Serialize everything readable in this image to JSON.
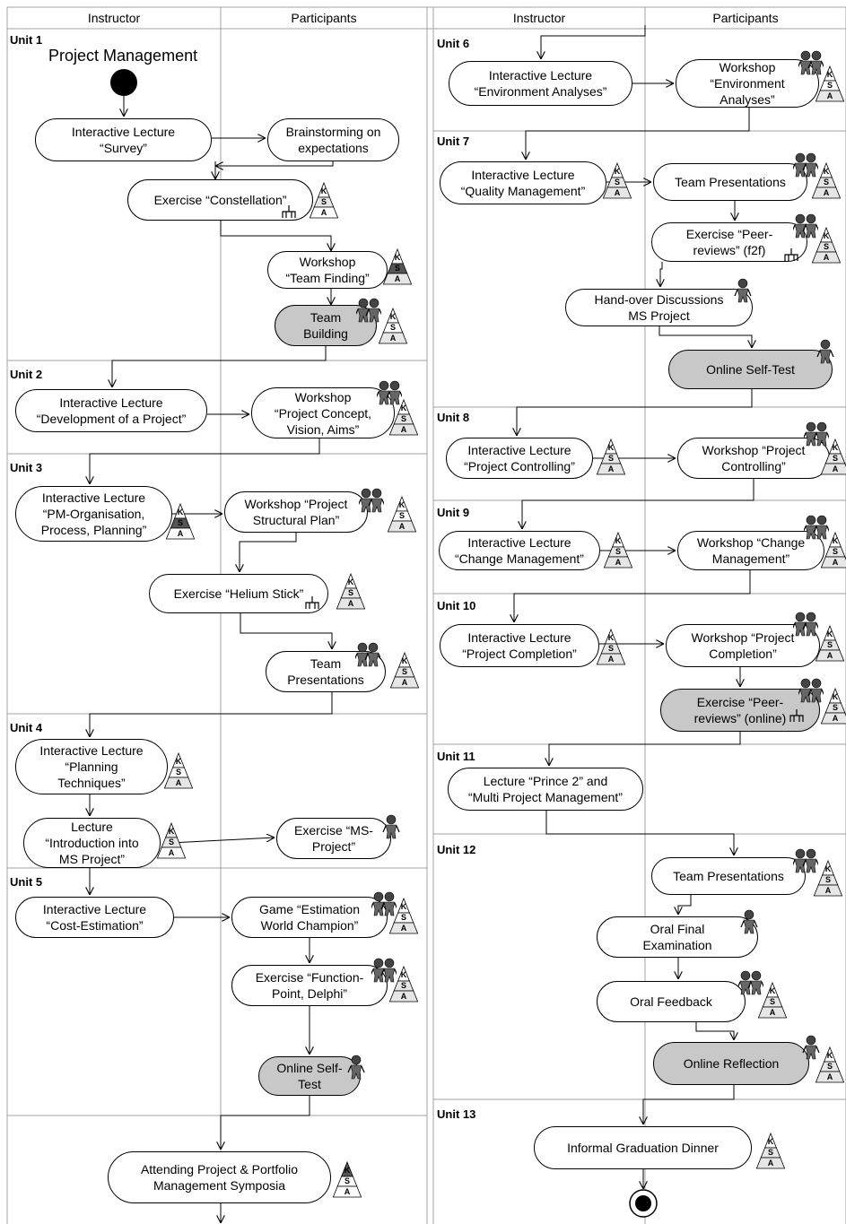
{
  "lanes": {
    "left": {
      "instructor": "Instructor",
      "participants": "Participants"
    },
    "right": {
      "instructor": "Instructor",
      "participants": "Participants"
    }
  },
  "title": "Project Management",
  "units": {
    "u1": "Unit 1",
    "u2": "Unit 2",
    "u3": "Unit 3",
    "u4": "Unit 4",
    "u5": "Unit 5",
    "u6": "Unit 6",
    "u7": "Unit 7",
    "u8": "Unit 8",
    "u9": "Unit 9",
    "u10": "Unit 10",
    "u11": "Unit 11",
    "u12": "Unit 12",
    "u13": "Unit 13"
  },
  "nodes": {
    "n1": "Interactive Lecture\n“Survey”",
    "n2": "Brainstorming on\nexpectations",
    "n3": "Exercise “Constellation”",
    "n4": "Workshop\n“Team Finding”",
    "n5": "Team\nBuilding",
    "n6": "Interactive Lecture\n“Development of a Project”",
    "n7": "Workshop\n“Project Concept,\nVision, Aims”",
    "n8": "Interactive Lecture\n“PM-Organisation,\nProcess, Planning”",
    "n9": "Workshop “Project\nStructural Plan”",
    "n10": "Exercise “Helium Stick”",
    "n11": "Team\nPresentations",
    "n12": "Interactive Lecture\n“Planning\nTechniques”",
    "n13": "Lecture\n“Introduction into\nMS Project”",
    "n14": "Exercise “MS-\nProject”",
    "n15": "Interactive Lecture\n“Cost-Estimation”",
    "n16": "Game “Estimation\nWorld Champion”",
    "n17": "Exercise “Function-\nPoint, Delphi”",
    "n18": "Online Self-\nTest",
    "n19": "Attending Project & Portfolio\nManagement Symposia",
    "n20": "Interactive Lecture\n“Environment Analyses”",
    "n21": "Workshop\n“Environment\nAnalyses”",
    "n22": "Interactive Lecture\n“Quality Management”",
    "n23": "Team Presentations",
    "n24": "Exercise “Peer-\nreviews” (f2f)",
    "n25": "Hand-over Discussions\nMS Project",
    "n26": "Online Self-Test",
    "n27": "Interactive Lecture\n“Project Controlling”",
    "n28": "Workshop “Project\nControlling”",
    "n29": "Interactive Lecture\n“Change Management”",
    "n30": "Workshop “Change\nManagement”",
    "n31": "Interactive Lecture\n“Project Completion”",
    "n32": "Workshop “Project\nCompletion”",
    "n33": "Exercise “Peer-\nreviews” (online)",
    "n34": "Lecture “Prince 2” and\n“Multi Project Management”",
    "n35": "Team Presentations",
    "n36": "Oral Final\nExamination",
    "n37": "Oral Feedback",
    "n38": "Online Reflection",
    "n39": "Informal Graduation Dinner"
  },
  "ksa_letters": {
    "k": "K",
    "s": "S",
    "a": "A"
  },
  "colors": {
    "gray_fill": "#c8c8c8",
    "dark_fill": "#555555",
    "light_fill": "#e6e6e6",
    "line": "#000000",
    "grid": "#a0a0a0"
  },
  "icons": {
    "group": "two-people-icon",
    "single": "single-person-icon",
    "tool": "tool-icon",
    "ksa": "ksa-pyramid-icon"
  }
}
